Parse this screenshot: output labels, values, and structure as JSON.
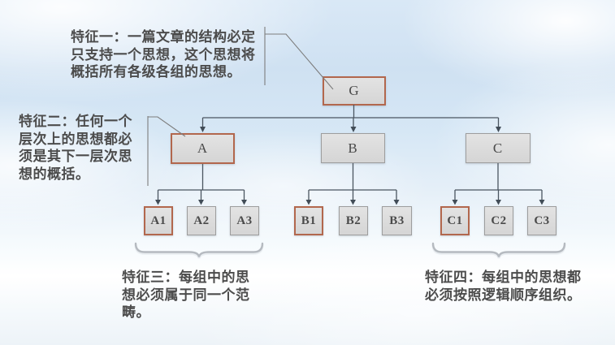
{
  "annotations": {
    "feature1": "特征一：一篇文章的结构必定\n只支持一个思想，这个思想将\n概括所有各级各组的思想。",
    "feature2": "特征二：任何一个\n层次上的思想都必\n须是其下一层次思\n想的概括。",
    "feature3": "特征三：每组中的思\n想必须属于同一个范\n畴。",
    "feature4": "特征四：每组中的思想都\n必须按照逻辑顺序组织。"
  },
  "tree": {
    "root": {
      "label": "G",
      "highlighted": true
    },
    "level2": [
      {
        "label": "A",
        "highlighted": true
      },
      {
        "label": "B",
        "highlighted": false
      },
      {
        "label": "C",
        "highlighted": false
      }
    ],
    "level3": [
      {
        "label": "A1",
        "highlighted": true
      },
      {
        "label": "A2",
        "highlighted": false
      },
      {
        "label": "A3",
        "highlighted": false
      },
      {
        "label": "B1",
        "highlighted": true
      },
      {
        "label": "B2",
        "highlighted": false
      },
      {
        "label": "B3",
        "highlighted": false
      },
      {
        "label": "C1",
        "highlighted": true
      },
      {
        "label": "C2",
        "highlighted": false
      },
      {
        "label": "C3",
        "highlighted": false
      }
    ]
  },
  "colors": {
    "highlight_border": "#b2674d",
    "normal_border": "#9d9d9d",
    "box_fill": "#dcdcdc",
    "connector_line": "#4a5560",
    "leader_line": "#7d7d7d",
    "brace": "#b5bac0",
    "text": "#4c4c4c",
    "sky": "#cfe1f2"
  }
}
